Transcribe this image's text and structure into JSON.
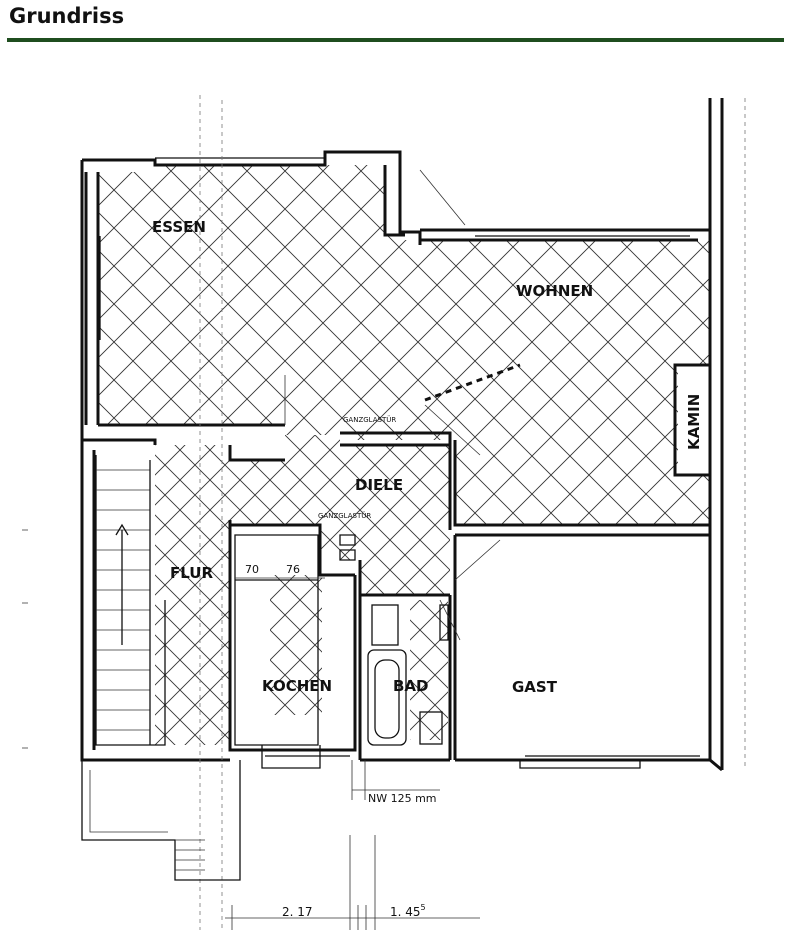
{
  "header": {
    "title": "Grundriss"
  },
  "rooms": {
    "essen": "ESSEN",
    "wohnen": "WOHNEN",
    "kamin": "KAMIN",
    "diele": "DIELE",
    "flur": "FLUR",
    "kochen": "KOCHEN",
    "bad": "BAD",
    "gast": "GAST"
  },
  "annotations": {
    "glass_door_top": "GANZGLASTÜR",
    "glass_door_bottom": "GANZGLASTÜR",
    "dim_70": "70",
    "dim_76": "76",
    "nw": "NW  125 mm",
    "dim_217": "2. 17",
    "dim_145": "1. 45",
    "dim_145_sup": "5"
  },
  "colors": {
    "rule": "#1f4e1f",
    "ink": "#111111"
  }
}
